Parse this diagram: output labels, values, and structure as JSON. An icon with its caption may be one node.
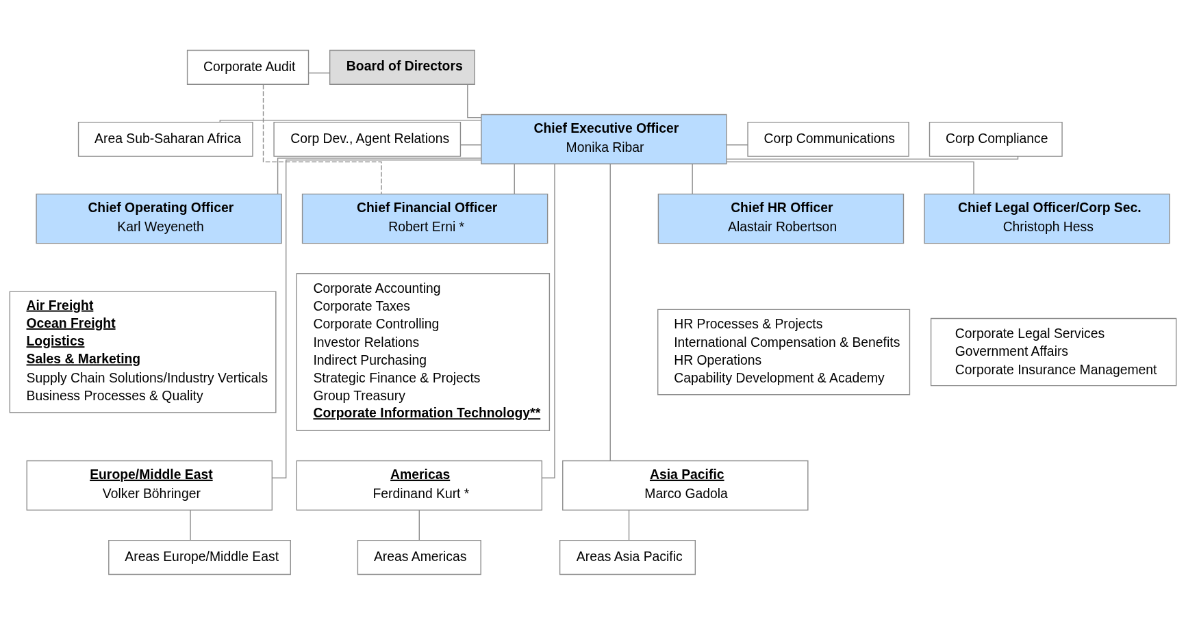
{
  "diagram": {
    "nodes": [
      {
        "text": [
          "Board of Directors"
        ]
      },
      {
        "text": [
          "Corporate Audit"
        ]
      },
      {
        "text": [
          "Chief Executive Officer",
          "Monika Ribar"
        ]
      },
      {
        "text": [
          "Area Sub-Saharan Africa"
        ]
      },
      {
        "text": [
          "Corp Dev., Agent Relations"
        ]
      },
      {
        "text": [
          "Corp Communications"
        ]
      },
      {
        "text": [
          "Corp Compliance"
        ]
      },
      {
        "text": [
          "Chief Operating Officer",
          "Karl Weyeneth"
        ]
      },
      {
        "text": [
          "Chief Financial Officer",
          "Robert Erni *"
        ]
      },
      {
        "text": [
          "Chief HR Officer",
          "Alastair Robertson"
        ]
      },
      {
        "text": [
          "Chief Legal Officer/Corp Sec.",
          "Christoph Hess"
        ]
      },
      {
        "text": [
          "Air Freight",
          "Ocean Freight",
          "Logistics",
          "Sales & Marketing",
          "Supply Chain Solutions/Industry Verticals",
          "Business Processes & Quality"
        ]
      },
      {
        "text": [
          "Corporate Accounting",
          "Corporate Taxes",
          "Corporate Controlling",
          "Investor Relations",
          "Indirect Purchasing",
          "Strategic Finance & Projects",
          "Group Treasury",
          "Corporate Information Technology**"
        ]
      },
      {
        "text": [
          "HR Processes & Projects",
          "International Compensation & Benefits",
          "HR Operations",
          "Capability Development & Academy"
        ]
      },
      {
        "text": [
          "Corporate Legal Services",
          "Government Affairs",
          "Corporate Insurance Management"
        ]
      },
      {
        "text": [
          "Europe/Middle East",
          "Volker Böhringer"
        ]
      },
      {
        "text": [
          "Americas",
          "Ferdinand Kurt *"
        ]
      },
      {
        "text": [
          "Asia Pacific",
          "Marco Gadola"
        ]
      },
      {
        "text": [
          "Areas Europe/Middle East"
        ]
      },
      {
        "text": [
          "Areas Americas"
        ]
      },
      {
        "text": [
          "Areas Asia Pacific"
        ]
      }
    ],
    "edges": [
      {
        "from": 1,
        "to": 0,
        "arrow": "none"
      },
      {
        "from": 0,
        "to": 2,
        "arrow": "none"
      },
      {
        "from": 3,
        "to": 2,
        "arrow": "none"
      },
      {
        "from": 4,
        "to": 2,
        "arrow": "none"
      },
      {
        "from": 2,
        "to": 5,
        "arrow": "none"
      },
      {
        "from": 2,
        "to": 6,
        "arrow": "none"
      },
      {
        "from": 1,
        "to": 8,
        "arrow": "none",
        "style": "dashed"
      },
      {
        "from": 2,
        "to": 7,
        "arrow": "none"
      },
      {
        "from": 2,
        "to": 8,
        "arrow": "none"
      },
      {
        "from": 2,
        "to": 9,
        "arrow": "none"
      },
      {
        "from": 2,
        "to": 10,
        "arrow": "none"
      },
      {
        "from": 2,
        "to": 15,
        "arrow": "none"
      },
      {
        "from": 2,
        "to": 16,
        "arrow": "none"
      },
      {
        "from": 2,
        "to": 17,
        "arrow": "none"
      },
      {
        "from": 15,
        "to": 18,
        "arrow": "none"
      },
      {
        "from": 16,
        "to": 19,
        "arrow": "none"
      },
      {
        "from": 17,
        "to": 20,
        "arrow": "none"
      }
    ]
  }
}
